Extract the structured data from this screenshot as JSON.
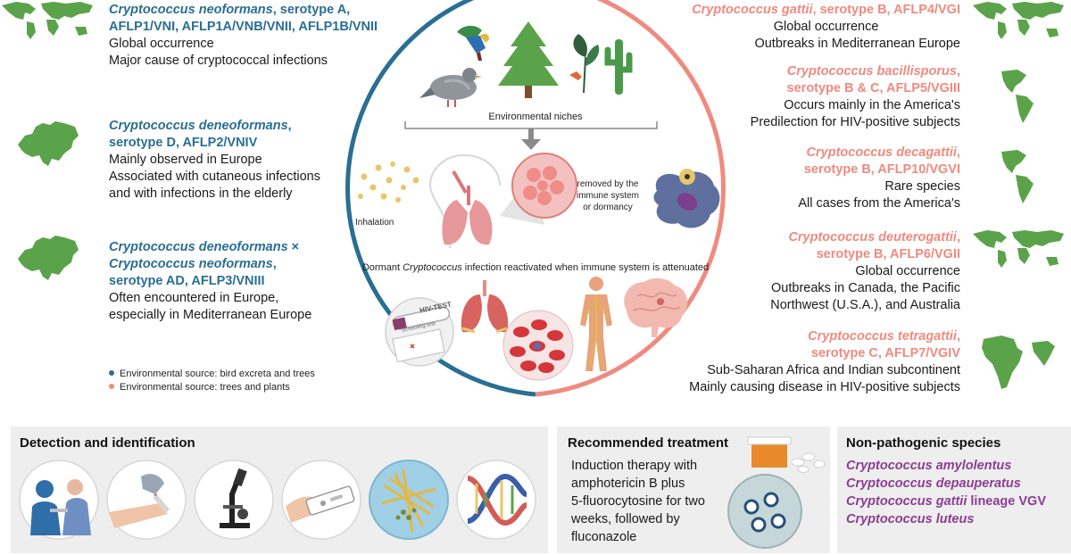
{
  "left_blocks": [
    {
      "species": "Cryptococcus neoformans",
      "serotype_line1": ", serotype A,",
      "serotype_line2": "AFLP1/VNI, AFLP1A/VNB/VNII, AFLP1B/VNII",
      "lines": [
        "Global occurrence",
        "Major cause of cryptococcal infections"
      ]
    },
    {
      "species": "Cryptococcus deneoformans",
      "serotype_line1": ",",
      "serotype_line2": "serotype D, AFLP2/VNIV",
      "lines": [
        "Mainly observed in Europe",
        "Associated with cutaneous infections",
        "and with infections in the elderly"
      ]
    },
    {
      "species": "Cryptococcus deneoformans",
      "cross": " ×",
      "species2": "Cryptococcus neoformans",
      "serotype_line1": ",",
      "serotype_line2": "serotype AD, AFLP3/VNIII",
      "lines": [
        "Often encountered in Europe,",
        "especially in Mediterranean Europe"
      ]
    }
  ],
  "right_blocks": [
    {
      "species": "Cryptococcus gattii",
      "serotype_line1": ", serotype B, AFLP4/VGI",
      "lines": [
        "Global occurrence",
        "Outbreaks in Mediterranean Europe"
      ]
    },
    {
      "species": "Cryptococcus bacillisporus",
      "serotype_line1": ",",
      "serotype_line2": "serotype B & C, AFLP5/VGIII",
      "lines": [
        "Occurs mainly in the America's",
        "Predilection for HIV-positive subjects"
      ]
    },
    {
      "species": "Cryptococcus decagattii",
      "serotype_line1": ",",
      "serotype_line2": "serotype B, AFLP10/VGVI",
      "lines": [
        "Rare species",
        "All cases from the America's"
      ]
    },
    {
      "species": "Cryptococcus deuterogattii",
      "serotype_line1": ",",
      "serotype_line2": "serotype B, AFLP6/VGII",
      "lines": [
        "Global occurrence",
        "Outbreaks in Canada, the Pacific",
        "Northwest (U.S.A.), and Australia"
      ]
    },
    {
      "species": "Cryptococcus tetragattii",
      "serotype_line1": ",",
      "serotype_line2": "serotype C, AFLP7/VGIV",
      "lines": [
        "Sub-Saharan Africa and Indian subcontinent",
        "Mainly causing disease in HIV-positive subjects"
      ]
    }
  ],
  "legend": [
    {
      "label": "Environmental source: bird excreta and trees",
      "color": "#2a6e93"
    },
    {
      "label": "Environmental source: trees and plants",
      "color": "#ef8a7f"
    }
  ],
  "center": {
    "niches_label": "Environmental niches",
    "inhalation_label": "Inhalation",
    "removed_line1": "removed by the",
    "removed_line2": "immune system",
    "removed_line3": "or dormancy",
    "dormant_pre": "Dormant ",
    "dormant_italic": "Cryptococcus",
    "dormant_post": " infection reactivated when immune system is attenuated",
    "hiv_test": "HIV-TEST",
    "screening": "Screening test"
  },
  "panels": {
    "detection_title": "Detection and identification",
    "treatment_title": "Recommended treatment",
    "treatment_lines": [
      "Induction therapy with",
      "amphotericin B plus",
      "5-fluorocytosine for two",
      "weeks, followed by",
      "fluconazole"
    ],
    "nonpath_title": "Non-pathogenic species",
    "nonpath_items": [
      {
        "italic": "Cryptococcus amylolentus",
        "rest": ""
      },
      {
        "italic": "Cryptococcus depauperatus",
        "rest": ""
      },
      {
        "italic": "Cryptococcus gattii",
        "rest": " lineage VGV"
      },
      {
        "italic": "Cryptococcus luteus",
        "rest": ""
      }
    ]
  },
  "colors": {
    "blue": "#2a6e93",
    "salmon": "#ef8a7f",
    "purple": "#8b3e93",
    "map_green": "#5ba34a",
    "panel_bg": "#efeeee"
  }
}
